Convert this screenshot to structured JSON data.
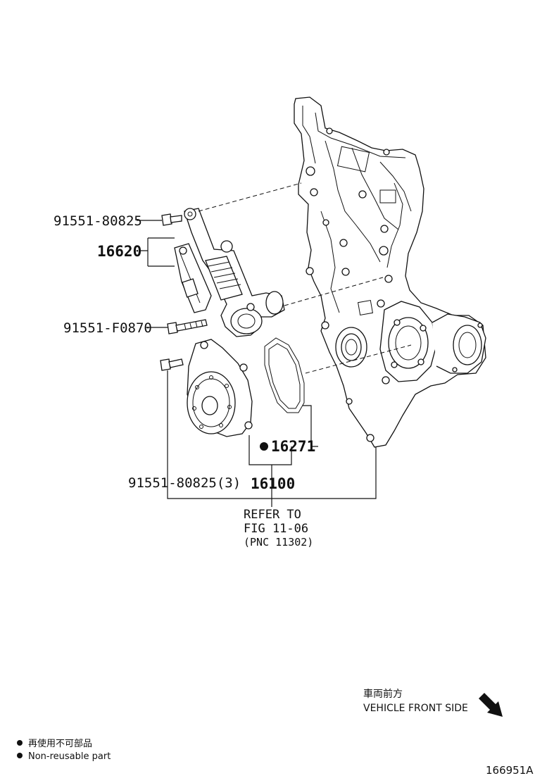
{
  "parts": {
    "bolt_top": "91551-80825",
    "tensioner": "16620",
    "bolt_long": "91551-F0870",
    "gasket": "16271",
    "pump_bolts": "91551-80825(3)",
    "water_pump": "16100"
  },
  "reference": {
    "line1": "REFER TO",
    "line2": "FIG 11-06",
    "line3": "(PNC 11302)"
  },
  "direction": {
    "japanese": "車両前方",
    "english": "VEHICLE FRONT SIDE"
  },
  "legend": {
    "japanese": "再使用不可部品",
    "english": "Non-reusable part"
  },
  "illustration_id": "166951A",
  "icons": [
    "front-direction-arrow-icon",
    "non-reusable-dot-icon"
  ]
}
